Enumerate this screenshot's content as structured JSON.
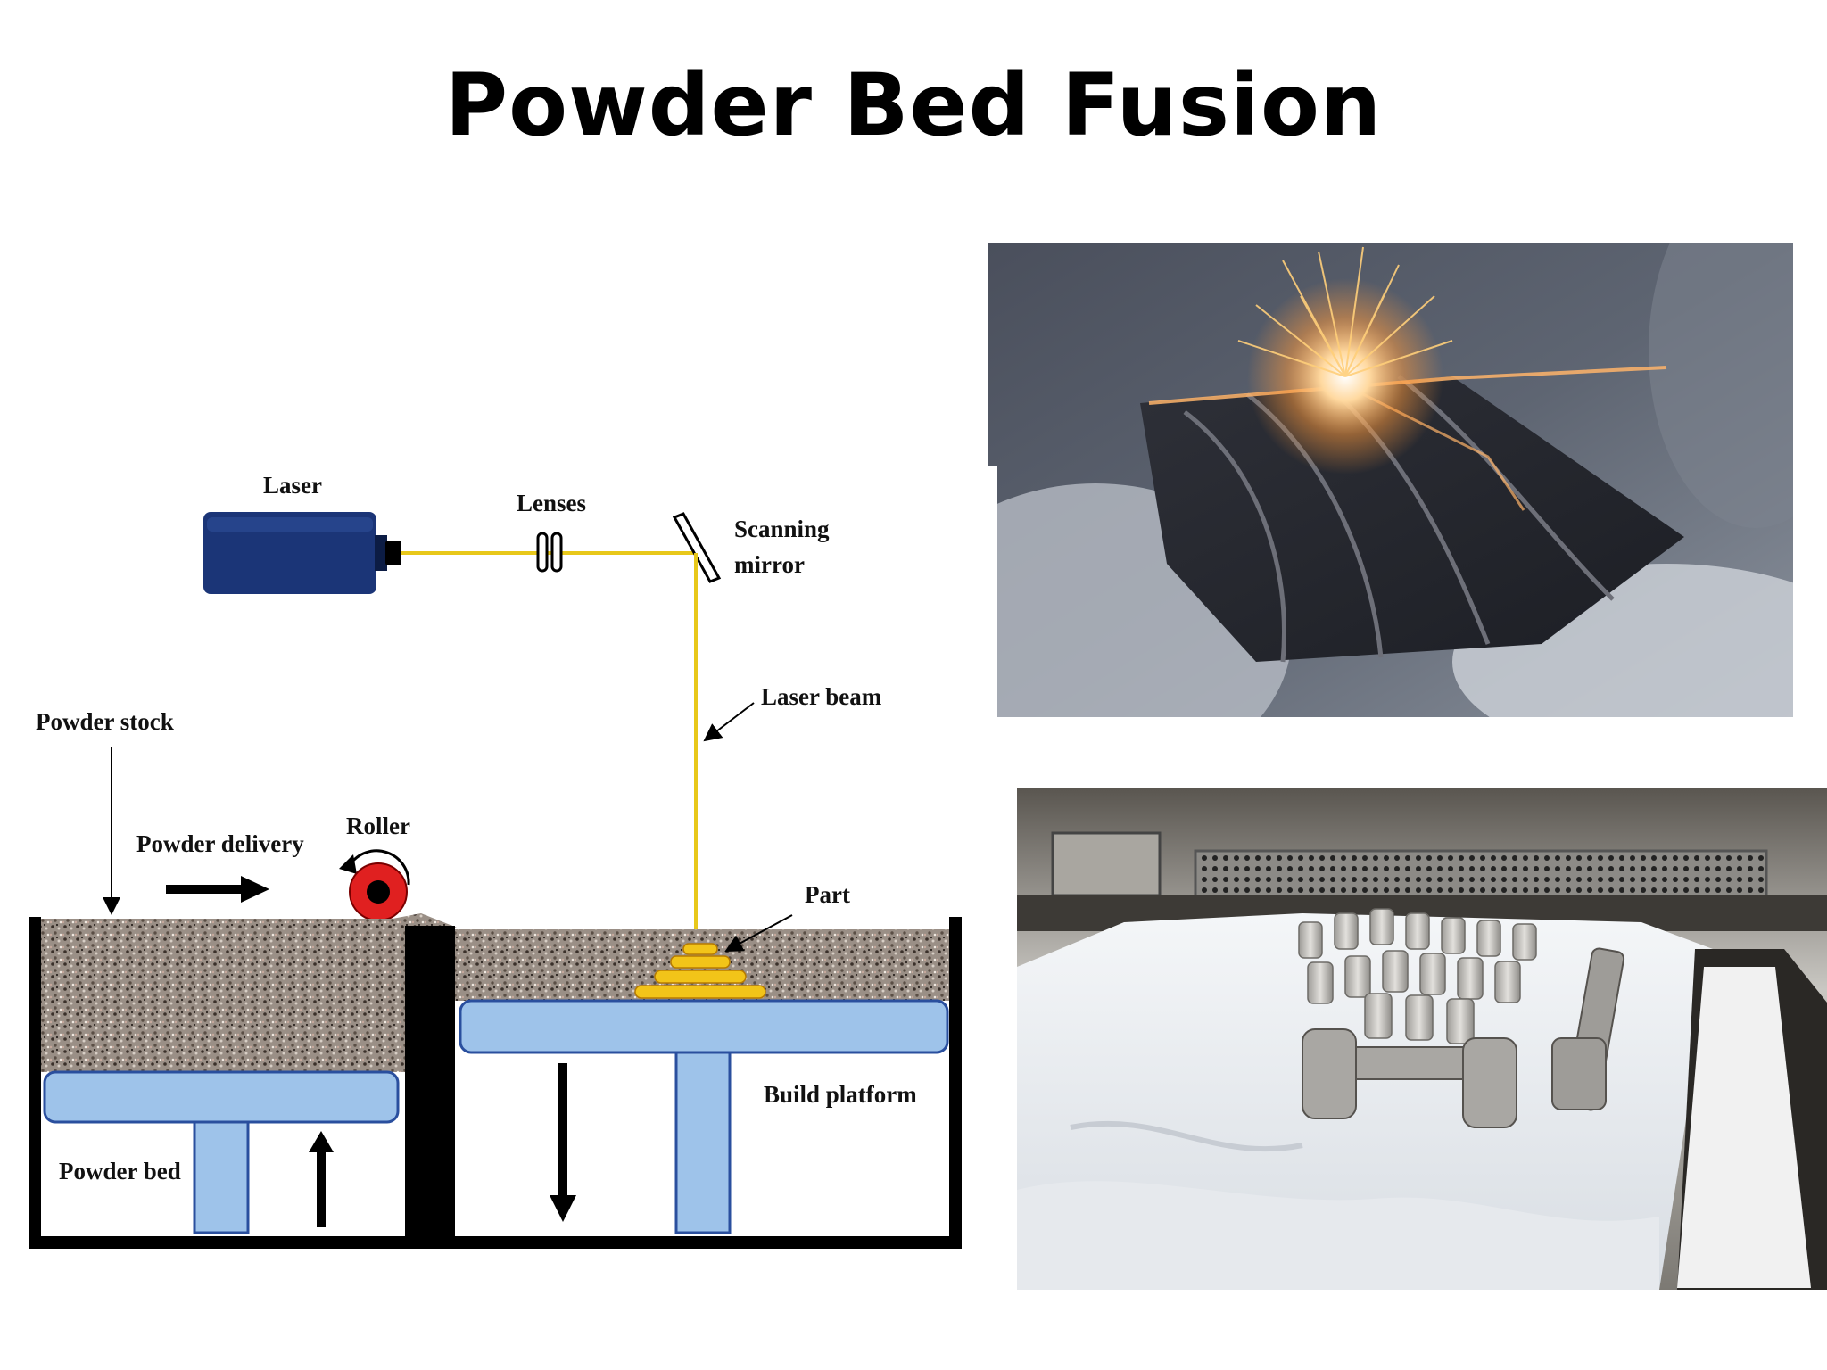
{
  "slide": {
    "title": "Powder Bed Fusion"
  },
  "diagram": {
    "labels": {
      "laser": "Laser",
      "lenses": "Lenses",
      "scanning_mirror_line1": "Scanning",
      "scanning_mirror_line2": "mirror",
      "laser_beam": "Laser beam",
      "powder_stock": "Powder stock",
      "powder_delivery": "Powder delivery",
      "roller": "Roller",
      "part": "Part",
      "build_platform": "Build platform",
      "powder_bed": "Powder bed"
    },
    "colors": {
      "laser_body": "#1b3577",
      "beam": "#e8c81a",
      "platform": "#9ec3ea",
      "part": "#f2c419",
      "roller": "#e02020",
      "powder": "#8a7e74",
      "walls": "#000000"
    }
  },
  "photos": [
    {
      "name": "laser-melting-impeller-photo"
    },
    {
      "name": "printed-parts-in-powder-photo"
    }
  ]
}
